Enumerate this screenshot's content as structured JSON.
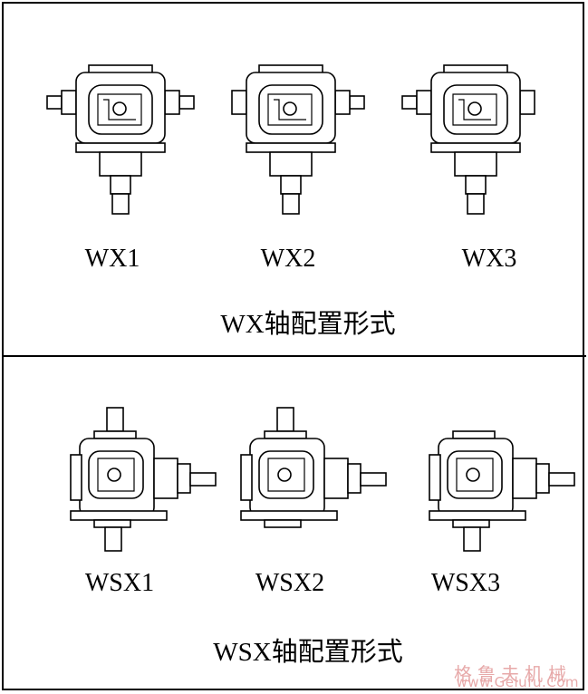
{
  "panels": [
    {
      "caption": "WX轴配置形式",
      "items": [
        {
          "label": "WX1",
          "variant": "wx"
        },
        {
          "label": "WX2",
          "variant": "wx"
        },
        {
          "label": "WX3",
          "variant": "wx"
        }
      ]
    },
    {
      "caption": "WSX轴配置形式",
      "items": [
        {
          "label": "WSX1",
          "variant": "wsx"
        },
        {
          "label": "WSX2",
          "variant": "wsx"
        },
        {
          "label": "WSX3",
          "variant": "wsx"
        }
      ]
    }
  ],
  "watermark": {
    "brand": "格鲁夫机械",
    "url": "www.Gelufu.Com"
  }
}
